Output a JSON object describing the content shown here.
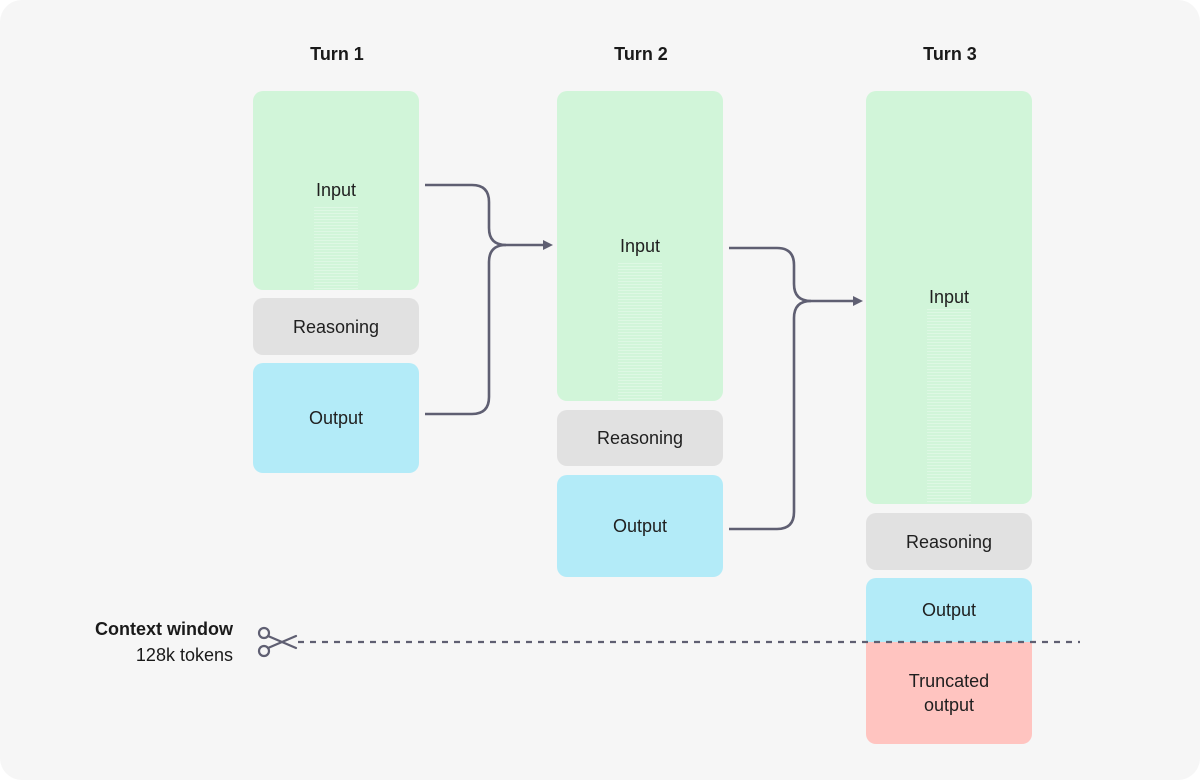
{
  "turns": [
    {
      "title": "Turn 1",
      "input": "Input",
      "reasoning": "Reasoning",
      "output": "Output"
    },
    {
      "title": "Turn 2",
      "input": "Input",
      "reasoning": "Reasoning",
      "output": "Output"
    },
    {
      "title": "Turn 3",
      "input": "Input",
      "reasoning": "Reasoning",
      "output": "Output",
      "truncated": "Truncated\noutput"
    }
  ],
  "context_window": {
    "title": "Context window",
    "tokens": "128k tokens"
  },
  "colors": {
    "input": "#d1f5d9",
    "reasoning": "#e1e1e1",
    "output": "#b3ebf8",
    "truncated": "#ffc4c0",
    "arrow": "#5f5f72",
    "background": "#f6f6f6"
  },
  "icons": {
    "cut_marker": "scissors-icon"
  }
}
